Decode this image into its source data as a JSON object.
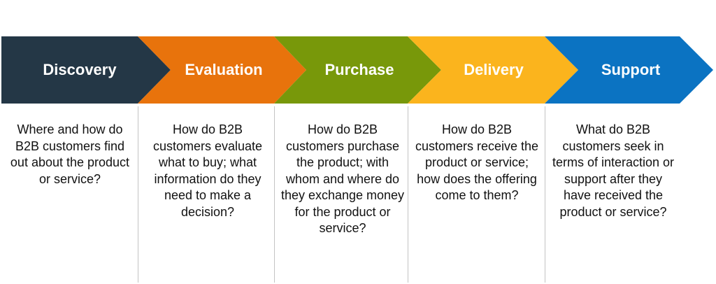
{
  "colors": {
    "discovery": "#243746",
    "evaluation": "#e8730c",
    "purchase": "#78980a",
    "delivery": "#fbb41d",
    "support": "#0b73c2",
    "title_text": "#ffffff",
    "body_text": "#111111",
    "divider": "#c4c4c4"
  },
  "stages": [
    {
      "title": "Discovery",
      "description": "Where and how do B2B customers find out about the product or service?"
    },
    {
      "title": "Evaluation",
      "description": "How do B2B customers evaluate what to buy; what information do they need to make a decision?"
    },
    {
      "title": "Purchase",
      "description": "How do B2B customers purchase the product; with whom and where do they exchange money for the product or service?"
    },
    {
      "title": "Delivery",
      "description": "How do B2B customers receive the product or service; how does the offering come to them?"
    },
    {
      "title": "Support",
      "description": "What do B2B customers seek in terms of interaction or support after they have received the product or service?"
    }
  ]
}
